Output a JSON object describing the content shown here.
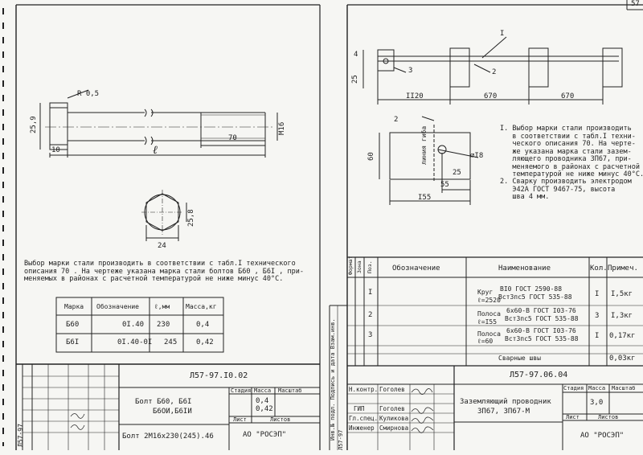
{
  "page_number": "57",
  "left": {
    "drawing": {
      "radius": "R 0,5",
      "head_height": "25,9",
      "head_len": "10",
      "length_symbol": "ℓ",
      "thread_len": "70",
      "thread": "М16",
      "hex_across": "25,8",
      "hex_width": "24"
    },
    "note": "Выбор марки стали производить в соответствии с табл.I технического\nописания 70 . На чертеже указана марка стали болтов Б60 , Б6I , при-\nменяемых в районах с расчетной температурой не ниже минус 40°С.",
    "table": {
      "headers": [
        "Марка",
        "Обозначение",
        "ℓ,мм",
        "Масса,кг"
      ],
      "rows": [
        [
          "Б60",
          "0I.40",
          "230",
          "0,4"
        ],
        [
          "Б6I",
          "0I.40-0I",
          "245",
          "0,42"
        ]
      ]
    },
    "stamp": {
      "code": "Л57-97.I0.02",
      "title1": "Болт Б60, Б6I",
      "title2": "Б6ОИ,Б6IИ",
      "stage_h": "Стадия",
      "mass_h": "Масса",
      "scale_h": "Масштаб",
      "mass1": "0,4",
      "mass2": "0,42",
      "sheet_h": "Лист",
      "sheets_h": "Листов",
      "spec": "Болт 2М16х230(245).46",
      "org": "АО \"РОСЭП\"",
      "side_code": "Л57-97"
    }
  },
  "right": {
    "drawing": {
      "label_I": "I",
      "label_2": "2",
      "label_3": "3",
      "d4": "4",
      "d25": "25",
      "d1120": "II20",
      "d670a": "670",
      "d670b": "670",
      "bend_label": "линия гиба",
      "d60": "60",
      "d18": "∅I8",
      "d25b": "25",
      "d55": "55",
      "d155": "I55",
      "label_2b": "2"
    },
    "notes": [
      "I. Выбор марки стали производить\n   в соответствии с табл.I техни-\n   ческого описания 70. На черте-\n   же указана марка стали зазем-\n   ляющего проводника ЗП67, при-\n   меняемого в районах с расчетной\n   температурой не ниже минус 40°С.",
      "2. Сварку производить электродом\n   Э42А ГОСТ 9467-75, высота\n   шва 4 мм."
    ],
    "spec": {
      "headers": [
        "Формат",
        "Зона",
        "Поз.",
        "Обозначение",
        "Наименование",
        "Кол.",
        "Примеч."
      ],
      "rows": [
        {
          "pos": "I",
          "name": "Круг",
          "name_sub": "ℓ=2520",
          "std1": "BI0 ГОСТ 2590-88",
          "std2": "Вст3пс5 ГОСТ 535-88",
          "qty": "I",
          "note": "I,5кг"
        },
        {
          "pos": "2",
          "name": "Полоса",
          "name_sub": "ℓ=I55",
          "std1": "6х60-В ГОСТ I03-76",
          "std2": "Вст3пс5 ГОСТ 535-88",
          "qty": "3",
          "note": "I,3кг"
        },
        {
          "pos": "3",
          "name": "Полоса",
          "name_sub": "ℓ=60",
          "std1": "6х60-В ГОСТ I03-76",
          "std2": "Вст3пс5 ГОСТ 535-88",
          "qty": "I",
          "note": "0,17кг"
        }
      ],
      "weld": {
        "name": "Сварные швы",
        "note": "0,03кг"
      }
    },
    "stamp": {
      "code": "Л57-97.06.04",
      "role1": "Н.контр.",
      "name1": "Гоголев",
      "role2": "ГИП",
      "name2": "Гоголев",
      "role3": "Гл.спец.",
      "name3": "Куликова",
      "role4": "Инженер",
      "name4": "Смирнова",
      "title1": "Заземляющий проводник",
      "title2": "ЗП67, ЗП67-М",
      "stage_h": "Стадия",
      "mass_h": "Масса",
      "scale_h": "Масштаб",
      "mass": "3,0",
      "sheet_h": "Лист",
      "sheets_h": "Листов",
      "org": "АО \"РОСЭП\"",
      "side_labels": "Инв.№ подл.  Подпись и дата  Взам.инв.",
      "side_code": "Л57-97"
    }
  }
}
